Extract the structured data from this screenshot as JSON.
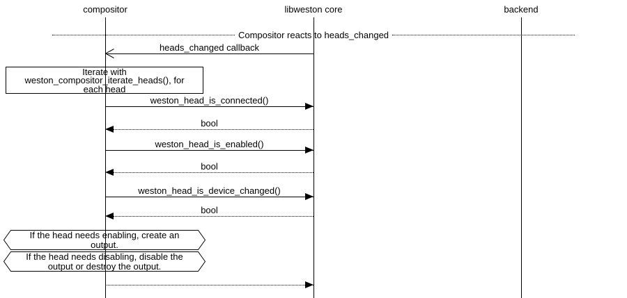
{
  "diagram": {
    "participants": [
      {
        "label": "compositor"
      },
      {
        "label": "libweston core"
      },
      {
        "label": "backend"
      }
    ],
    "divider": {
      "label": "Compositor reacts to heads_changed"
    },
    "note": {
      "text": "Iterate with\nweston_compositor_iterate_heads(), for\neach head"
    },
    "messages": [
      {
        "label": "heads_changed callback",
        "from": "libweston core",
        "to": "compositor",
        "style": "solid-open-arrow"
      },
      {
        "label": "weston_head_is_connected()",
        "from": "compositor",
        "to": "libweston core",
        "style": "solid-filled-arrow"
      },
      {
        "label": "bool",
        "from": "libweston core",
        "to": "compositor",
        "style": "dotted-filled-arrow"
      },
      {
        "label": "weston_head_is_enabled()",
        "from": "compositor",
        "to": "libweston core",
        "style": "solid-filled-arrow"
      },
      {
        "label": "bool",
        "from": "libweston core",
        "to": "compositor",
        "style": "dotted-filled-arrow"
      },
      {
        "label": "weston_head_is_device_changed()",
        "from": "compositor",
        "to": "libweston core",
        "style": "solid-filled-arrow"
      },
      {
        "label": "bool",
        "from": "libweston core",
        "to": "compositor",
        "style": "dotted-filled-arrow"
      },
      {
        "label": "",
        "from": "compositor",
        "to": "libweston core",
        "style": "dotted-filled-arrow"
      }
    ],
    "conditions": [
      {
        "text": "If the head needs enabling, create an\noutput."
      },
      {
        "text": "If the head needs disabling, disable the\noutput or destroy the output."
      }
    ],
    "colors": {
      "line": "#000000",
      "background": "#ffffff"
    }
  }
}
